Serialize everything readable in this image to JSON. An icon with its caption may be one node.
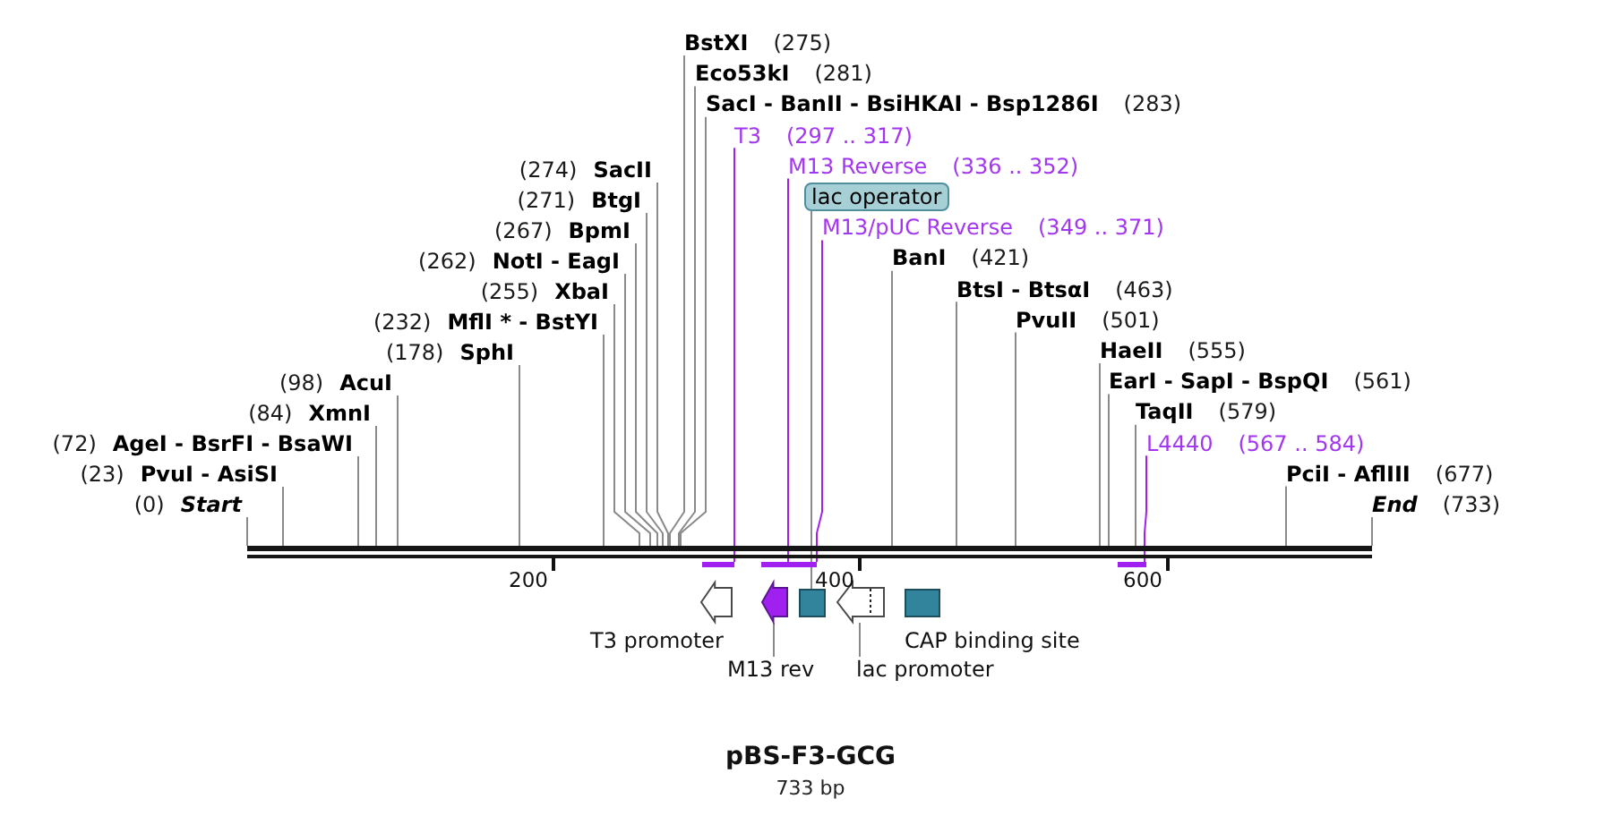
{
  "diagram": {
    "title": "pBS-F3-GCG",
    "caption": "733 bp",
    "nodes": [
      {
        "text": [
          "BstXI",
          "(275)"
        ]
      },
      {
        "text": [
          "Eco53kI",
          "(281)"
        ]
      },
      {
        "text": [
          "SacI - BanII - BsiHKAI - Bsp1286I",
          "(283)"
        ]
      },
      {
        "text": [
          "T3",
          "(297 .. 317)"
        ]
      },
      {
        "text": [
          "M13 Reverse",
          "(336 .. 352)"
        ]
      },
      {
        "text": [
          "lac operator"
        ]
      },
      {
        "text": [
          "M13/pUC Reverse",
          "(349 .. 371)"
        ]
      },
      {
        "text": [
          "BanI",
          "(421)"
        ]
      },
      {
        "text": [
          "BtsI - BtsαI",
          "(463)"
        ]
      },
      {
        "text": [
          "PvuII",
          "(501)"
        ]
      },
      {
        "text": [
          "HaeII",
          "(555)"
        ]
      },
      {
        "text": [
          "EarI - SapI - BspQI",
          "(561)"
        ]
      },
      {
        "text": [
          "TaqII",
          "(579)"
        ]
      },
      {
        "text": [
          "L4440",
          "(567 .. 584)"
        ]
      },
      {
        "text": [
          "PciI - AflIII",
          "(677)"
        ]
      },
      {
        "text": [
          "End",
          "(733)"
        ]
      },
      {
        "text": [
          "(274)",
          "SacII"
        ]
      },
      {
        "text": [
          "(271)",
          "BtgI"
        ]
      },
      {
        "text": [
          "(267)",
          "BpmI"
        ]
      },
      {
        "text": [
          "(262)",
          "NotI - EagI"
        ]
      },
      {
        "text": [
          "(255)",
          "XbaI"
        ]
      },
      {
        "text": [
          "(232)",
          "MflI * - BstYI"
        ]
      },
      {
        "text": [
          "(178)",
          "SphI"
        ]
      },
      {
        "text": [
          "(98)",
          "AcuI"
        ]
      },
      {
        "text": [
          "(84)",
          "XmnI"
        ]
      },
      {
        "text": [
          "(72)",
          "AgeI - BsrFI - BsaWI"
        ]
      },
      {
        "text": [
          "(23)",
          "PvuI - AsiSI"
        ]
      },
      {
        "text": [
          "(0)",
          "Start"
        ]
      },
      {
        "text": [],
        "shape": "bar"
      },
      {
        "text": [],
        "shape": "bar"
      },
      {
        "text": [],
        "shape": "bar"
      },
      {
        "text": [],
        "shape": "bar"
      },
      {
        "text": [],
        "shape": "bar"
      },
      {
        "text": [],
        "shape": "arrow",
        "beside": [
          "T3 promoter"
        ]
      },
      {
        "text": [],
        "shape": "arrow"
      },
      {
        "text": [],
        "shape": "box"
      },
      {
        "text": [],
        "shape": "arrow"
      },
      {
        "text": [],
        "shape": "box",
        "beside": [
          "CAP binding site"
        ]
      },
      {
        "text": [
          "M13 rev"
        ]
      },
      {
        "text": [
          "lac promoter"
        ]
      }
    ],
    "edges": [
      {
        "from": 0,
        "to": 28,
        "arrow": "none"
      },
      {
        "from": 1,
        "to": 28,
        "arrow": "none"
      },
      {
        "from": 2,
        "to": 28,
        "arrow": "none"
      },
      {
        "from": 3,
        "to": 29,
        "arrow": "none",
        "color": "#a020f0"
      },
      {
        "from": 4,
        "to": 30,
        "arrow": "none",
        "color": "#a020f0"
      },
      {
        "from": 5,
        "to": 35,
        "arrow": "none"
      },
      {
        "from": 6,
        "to": 31,
        "arrow": "none",
        "color": "#a020f0"
      },
      {
        "from": 7,
        "to": 28,
        "arrow": "none"
      },
      {
        "from": 8,
        "to": 28,
        "arrow": "none"
      },
      {
        "from": 9,
        "to": 28,
        "arrow": "none"
      },
      {
        "from": 10,
        "to": 28,
        "arrow": "none"
      },
      {
        "from": 11,
        "to": 28,
        "arrow": "none"
      },
      {
        "from": 12,
        "to": 28,
        "arrow": "none"
      },
      {
        "from": 13,
        "to": 32,
        "arrow": "none",
        "color": "#a020f0"
      },
      {
        "from": 14,
        "to": 28,
        "arrow": "none"
      },
      {
        "from": 15,
        "to": 28,
        "arrow": "none"
      },
      {
        "from": 16,
        "to": 28,
        "arrow": "none"
      },
      {
        "from": 17,
        "to": 28,
        "arrow": "none"
      },
      {
        "from": 18,
        "to": 28,
        "arrow": "none"
      },
      {
        "from": 19,
        "to": 28,
        "arrow": "none"
      },
      {
        "from": 20,
        "to": 28,
        "arrow": "none"
      },
      {
        "from": 21,
        "to": 28,
        "arrow": "none"
      },
      {
        "from": 22,
        "to": 28,
        "arrow": "none"
      },
      {
        "from": 23,
        "to": 28,
        "arrow": "none"
      },
      {
        "from": 24,
        "to": 28,
        "arrow": "none"
      },
      {
        "from": 25,
        "to": 28,
        "arrow": "none"
      },
      {
        "from": 26,
        "to": 28,
        "arrow": "none"
      },
      {
        "from": 27,
        "to": 28,
        "arrow": "none"
      },
      {
        "from": 38,
        "to": 34,
        "arrow": "none"
      },
      {
        "from": 39,
        "to": 36,
        "arrow": "none"
      }
    ],
    "labels": [
      "200",
      "400",
      "600"
    ]
  }
}
